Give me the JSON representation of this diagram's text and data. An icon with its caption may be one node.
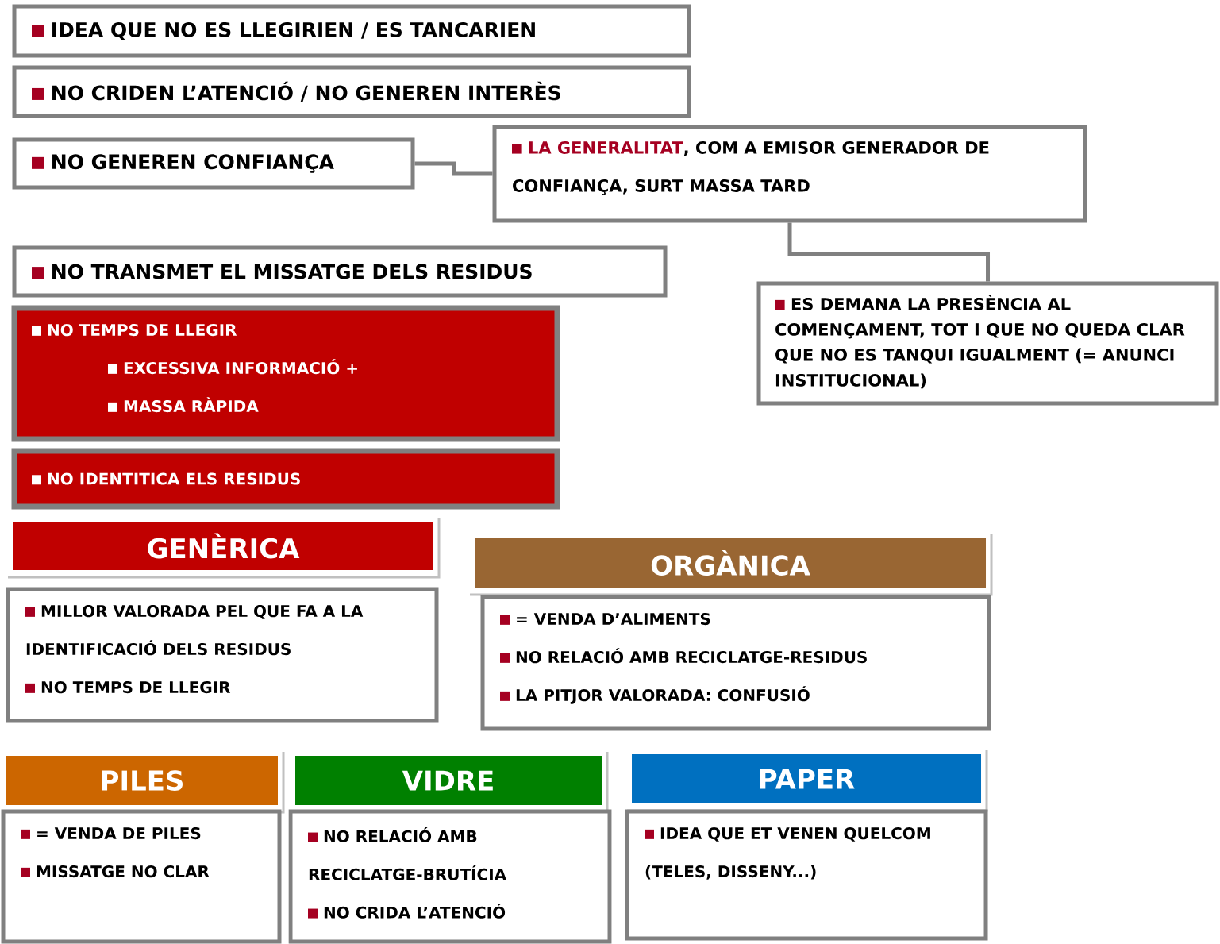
{
  "diagram": {
    "nodes": [
      {
        "text": [
          "IDEA QUE NO ES LLEGIRIEN / ES TANCARIEN"
        ]
      },
      {
        "text": [
          "NO CRIDEN L’ATENCIÓ / NO GENEREN INTERÈS"
        ]
      },
      {
        "text": [
          "NO GENEREN CONFIANÇA"
        ]
      },
      {
        "text": [
          "LA GENERALITAT",
          ", COM A EMISOR GENERADOR DE CONFIANÇA, SURT MASSA TARD"
        ]
      },
      {
        "text": [
          "NO TRANSMET EL MISSATGE DELS RESIDUS"
        ]
      },
      {
        "text": [
          "ES DEMANA LA PRESÈNCIA AL COMENÇAMENT, TOT I QUE NO QUEDA CLAR QUE NO ES TANQUI IGUALMENT (= ANUNCI INSTITUCIONAL)"
        ]
      },
      {
        "text": [
          "NO TEMPS DE LLEGIR",
          "EXCESSIVA INFORMACIÓ +",
          "MASSA RÀPIDA"
        ]
      },
      {
        "text": [
          "NO IDENTITICA ELS RESIDUS"
        ]
      },
      {
        "text": [
          "GENÈRICA"
        ]
      },
      {
        "text": [
          "MILLOR VALORADA PEL QUE  FA A LA IDENTIFICACIÓ DELS RESIDUS",
          "NO TEMPS DE LLEGIR"
        ]
      },
      {
        "text": [
          "ORGÀNICA"
        ]
      },
      {
        "text": [
          "= VENDA D’ALIMENTS",
          "NO RELACIÓ AMB RECICLATGE-RESIDUS",
          "LA PITJOR VALORADA: CONFUSIÓ"
        ]
      },
      {
        "text": [
          "PILES"
        ]
      },
      {
        "text": [
          "= VENDA DE PILES",
          "MISSATGE NO CLAR"
        ]
      },
      {
        "text": [
          "VIDRE"
        ]
      },
      {
        "text": [
          "NO RELACIÓ AMB RECICLATGE-BRUTÍCIA",
          "NO CRIDA L’ATENCIÓ"
        ]
      },
      {
        "text": [
          "PAPER"
        ]
      },
      {
        "text": [
          "IDEA QUE ET VENEN QUELCOM (TELES, DISSENY...)"
        ]
      }
    ],
    "edges": [
      {
        "from": 2,
        "to": 3,
        "arrow": "none"
      },
      {
        "from": 3,
        "to": 5,
        "arrow": "none"
      }
    ]
  }
}
